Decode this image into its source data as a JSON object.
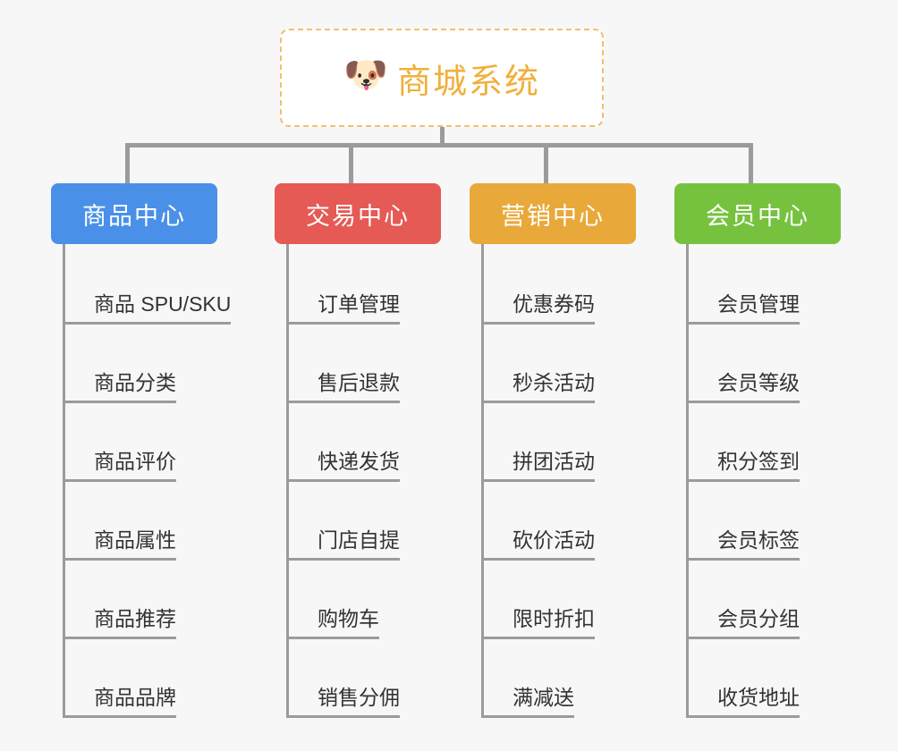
{
  "root": {
    "icon": "dog-face-icon",
    "emoji": "🐶",
    "title": "商城系统",
    "title_color": "#f0b03c",
    "border_color": "#f0c070"
  },
  "canvas": {
    "background": "#f7f7f7",
    "connector_color": "#9b9b9b"
  },
  "branches": [
    {
      "label": "商品中心",
      "color": "#4a90e8",
      "items": [
        "商品 SPU/SKU",
        "商品分类",
        "商品评价",
        "商品属性",
        "商品推荐",
        "商品品牌"
      ]
    },
    {
      "label": "交易中心",
      "color": "#e55a55",
      "items": [
        "订单管理",
        "售后退款",
        "快递发货",
        "门店自提",
        "购物车",
        "销售分佣"
      ]
    },
    {
      "label": "营销中心",
      "color": "#e8a93a",
      "items": [
        "优惠券码",
        "秒杀活动",
        "拼团活动",
        "砍价活动",
        "限时折扣",
        "满减送"
      ]
    },
    {
      "label": "会员中心",
      "color": "#76c23f",
      "items": [
        "会员管理",
        "会员等级",
        "积分签到",
        "会员标签",
        "会员分组",
        "收货地址"
      ]
    }
  ]
}
